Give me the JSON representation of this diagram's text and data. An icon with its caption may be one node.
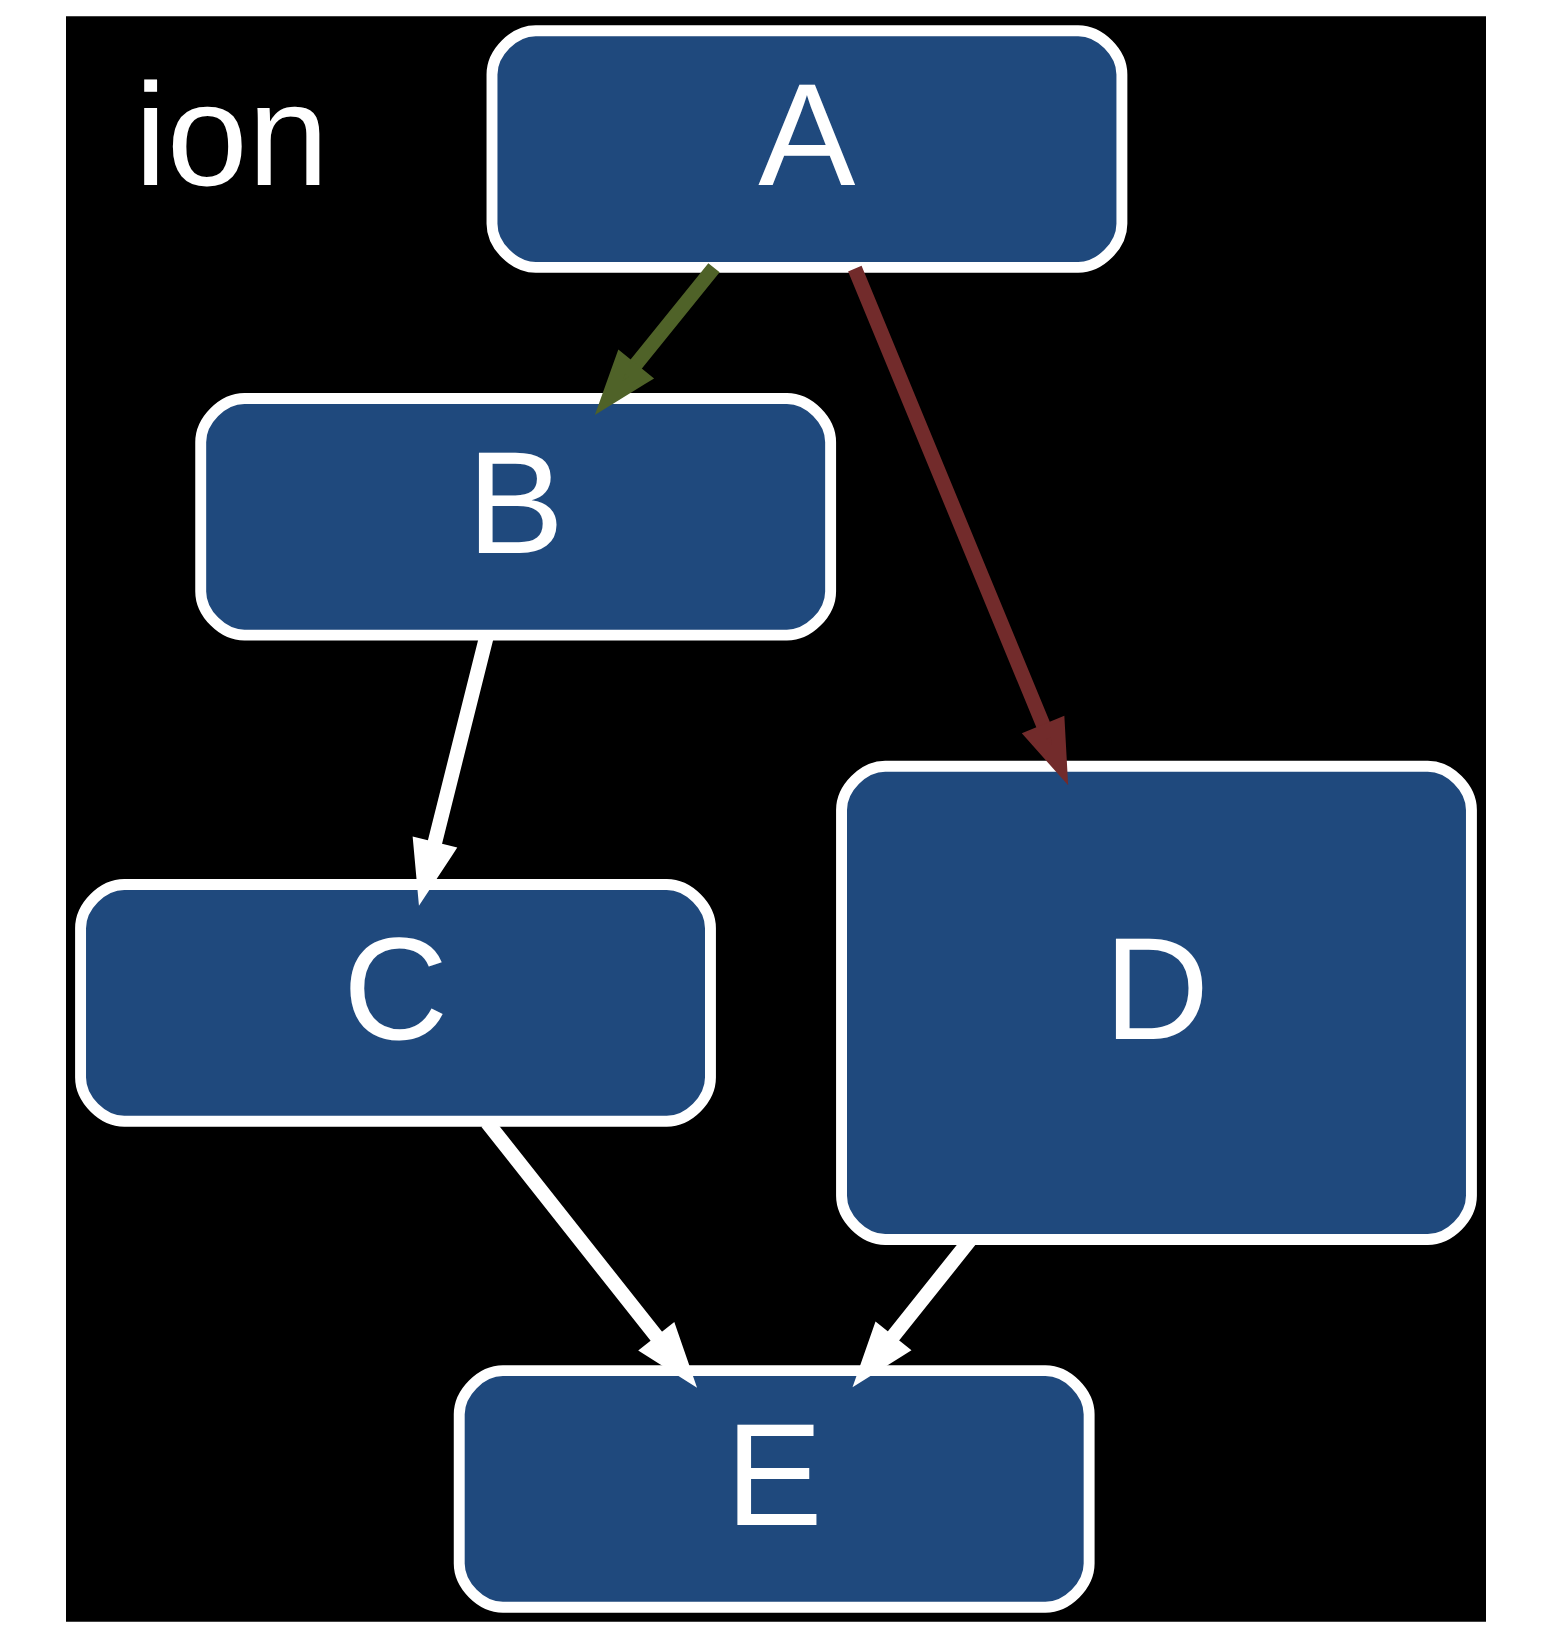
{
  "diagram": {
    "nodes": [
      {
        "text": [
          "A"
        ]
      },
      {
        "text": [
          "B"
        ]
      },
      {
        "text": [
          "C"
        ]
      },
      {
        "text": [
          "D"
        ]
      },
      {
        "text": [
          "E"
        ]
      }
    ],
    "edges": [
      {
        "from": 0,
        "to": 1,
        "arrow": "to",
        "color": "#4f6228"
      },
      {
        "from": 0,
        "to": 3,
        "arrow": "to",
        "color": "#722b2b"
      },
      {
        "from": 1,
        "to": 2,
        "arrow": "to"
      },
      {
        "from": 2,
        "to": 4,
        "arrow": "to"
      },
      {
        "from": 3,
        "to": 4,
        "arrow": "to"
      }
    ],
    "labels": [
      "ion"
    ]
  }
}
